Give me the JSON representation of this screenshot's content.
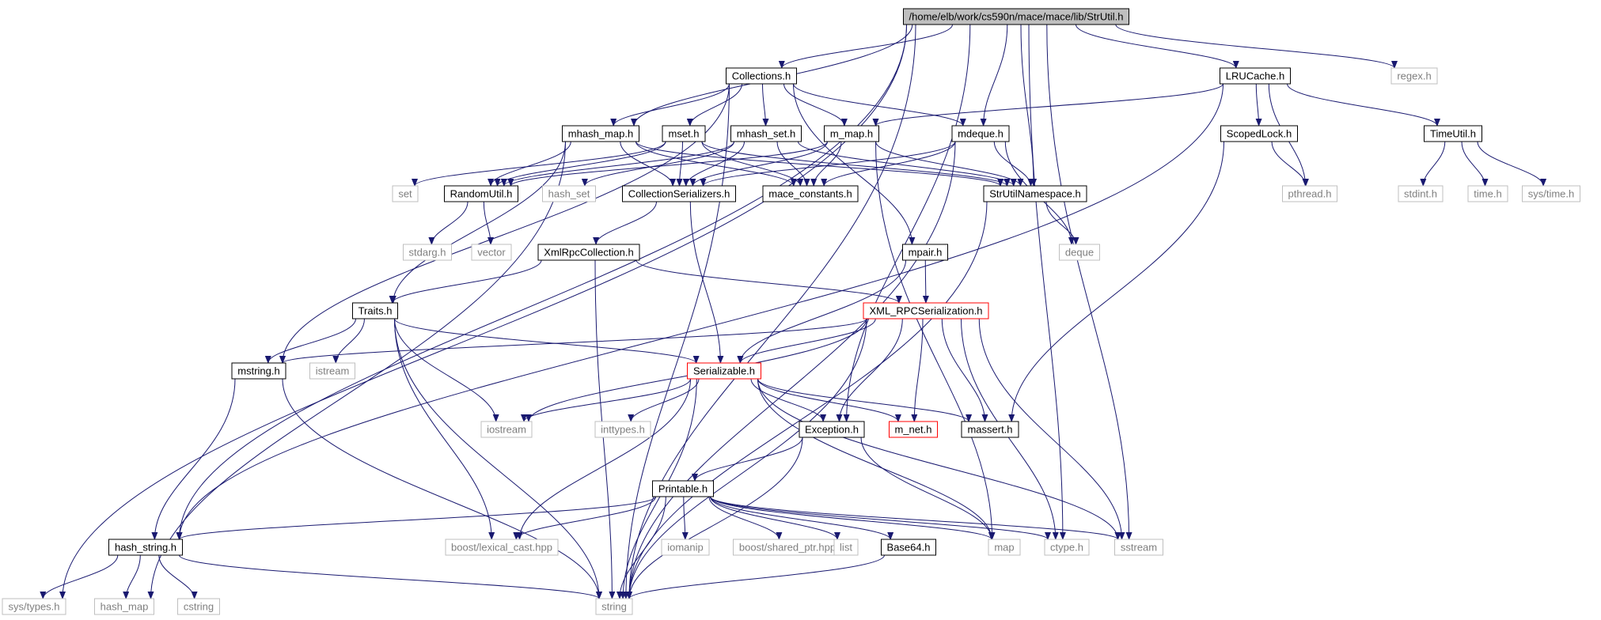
{
  "diagram": {
    "type": "include-dependency-graph",
    "colors": {
      "edge": "#191970",
      "root_fill": "#bfbfbf",
      "node_border": "#000000",
      "external_border": "#bfbfbf",
      "external_text": "#7f7f7f",
      "truncated_border": "#ff0000",
      "node_text": "#000000"
    },
    "nodes": [
      {
        "id": "strutil",
        "label": "/home/elb/work/cs590n/mace/mace/lib/StrUtil.h",
        "kind": "root"
      },
      {
        "id": "collections",
        "label": "Collections.h",
        "kind": "local"
      },
      {
        "id": "lrucache",
        "label": "LRUCache.h",
        "kind": "local"
      },
      {
        "id": "regex",
        "label": "regex.h",
        "kind": "system"
      },
      {
        "id": "mhash_map",
        "label": "mhash_map.h",
        "kind": "local"
      },
      {
        "id": "mset",
        "label": "mset.h",
        "kind": "local"
      },
      {
        "id": "mhash_set",
        "label": "mhash_set.h",
        "kind": "local"
      },
      {
        "id": "m_map",
        "label": "m_map.h",
        "kind": "local"
      },
      {
        "id": "mdeque",
        "label": "mdeque.h",
        "kind": "local"
      },
      {
        "id": "scopedlock",
        "label": "ScopedLock.h",
        "kind": "local"
      },
      {
        "id": "timeutil",
        "label": "TimeUtil.h",
        "kind": "local"
      },
      {
        "id": "set",
        "label": "set",
        "kind": "system"
      },
      {
        "id": "randomutil",
        "label": "RandomUtil.h",
        "kind": "local"
      },
      {
        "id": "hash_set",
        "label": "hash_set",
        "kind": "system"
      },
      {
        "id": "collser",
        "label": "CollectionSerializers.h",
        "kind": "local"
      },
      {
        "id": "mace_constants",
        "label": "mace_constants.h",
        "kind": "local"
      },
      {
        "id": "strutilns",
        "label": "StrUtilNamespace.h",
        "kind": "local"
      },
      {
        "id": "pthread",
        "label": "pthread.h",
        "kind": "system"
      },
      {
        "id": "stdint",
        "label": "stdint.h",
        "kind": "system"
      },
      {
        "id": "time",
        "label": "time.h",
        "kind": "system"
      },
      {
        "id": "systime",
        "label": "sys/time.h",
        "kind": "system"
      },
      {
        "id": "stdarg",
        "label": "stdarg.h",
        "kind": "system"
      },
      {
        "id": "vector",
        "label": "vector",
        "kind": "system"
      },
      {
        "id": "xmlrpccoll",
        "label": "XmlRpcCollection.h",
        "kind": "local"
      },
      {
        "id": "mpair",
        "label": "mpair.h",
        "kind": "local"
      },
      {
        "id": "deque",
        "label": "deque",
        "kind": "system"
      },
      {
        "id": "traits",
        "label": "Traits.h",
        "kind": "local"
      },
      {
        "id": "xmlrpcser",
        "label": "XML_RPCSerialization.h",
        "kind": "truncated"
      },
      {
        "id": "mstring",
        "label": "mstring.h",
        "kind": "local"
      },
      {
        "id": "istream",
        "label": "istream",
        "kind": "system"
      },
      {
        "id": "serializable",
        "label": "Serializable.h",
        "kind": "truncated"
      },
      {
        "id": "iostream",
        "label": "iostream",
        "kind": "system"
      },
      {
        "id": "inttypes",
        "label": "inttypes.h",
        "kind": "system"
      },
      {
        "id": "exception",
        "label": "Exception.h",
        "kind": "local"
      },
      {
        "id": "m_net",
        "label": "m_net.h",
        "kind": "truncated"
      },
      {
        "id": "massert",
        "label": "massert.h",
        "kind": "local"
      },
      {
        "id": "printable",
        "label": "Printable.h",
        "kind": "local"
      },
      {
        "id": "hash_string",
        "label": "hash_string.h",
        "kind": "local"
      },
      {
        "id": "lexical_cast",
        "label": "boost/lexical_cast.hpp",
        "kind": "system"
      },
      {
        "id": "iomanip",
        "label": "iomanip",
        "kind": "system"
      },
      {
        "id": "shared_ptr",
        "label": "boost/shared_ptr.hpp",
        "kind": "system"
      },
      {
        "id": "list",
        "label": "list",
        "kind": "system"
      },
      {
        "id": "base64",
        "label": "Base64.h",
        "kind": "local"
      },
      {
        "id": "map",
        "label": "map",
        "kind": "system"
      },
      {
        "id": "ctype",
        "label": "ctype.h",
        "kind": "system"
      },
      {
        "id": "sstream",
        "label": "sstream",
        "kind": "system"
      },
      {
        "id": "systypes",
        "label": "sys/types.h",
        "kind": "system"
      },
      {
        "id": "hash_map",
        "label": "hash_map",
        "kind": "system"
      },
      {
        "id": "cstring",
        "label": "cstring",
        "kind": "system"
      },
      {
        "id": "string",
        "label": "string",
        "kind": "system"
      }
    ],
    "edges": [
      [
        "strutil",
        "collections"
      ],
      [
        "strutil",
        "lrucache"
      ],
      [
        "strutil",
        "regex"
      ],
      [
        "strutil",
        "mhash_map"
      ],
      [
        "strutil",
        "mdeque"
      ],
      [
        "strutil",
        "strutilns"
      ],
      [
        "strutil",
        "exception"
      ],
      [
        "strutil",
        "ctype"
      ],
      [
        "strutil",
        "sstream"
      ],
      [
        "strutil",
        "hash_string"
      ],
      [
        "strutil",
        "systypes"
      ],
      [
        "strutil",
        "string"
      ],
      [
        "collections",
        "mhash_map"
      ],
      [
        "collections",
        "mset"
      ],
      [
        "collections",
        "mhash_set"
      ],
      [
        "collections",
        "m_map"
      ],
      [
        "collections",
        "mdeque"
      ],
      [
        "collections",
        "mpair"
      ],
      [
        "collections",
        "mstring"
      ],
      [
        "collections",
        "string"
      ],
      [
        "lrucache",
        "scopedlock"
      ],
      [
        "lrucache",
        "timeutil"
      ],
      [
        "lrucache",
        "pthread"
      ],
      [
        "lrucache",
        "m_map"
      ],
      [
        "lrucache",
        "hash_string"
      ],
      [
        "mhash_map",
        "randomutil"
      ],
      [
        "mhash_map",
        "collser"
      ],
      [
        "mhash_map",
        "mace_constants"
      ],
      [
        "mhash_map",
        "strutilns"
      ],
      [
        "mhash_map",
        "traits"
      ],
      [
        "mhash_map",
        "hash_map"
      ],
      [
        "mset",
        "set"
      ],
      [
        "mset",
        "randomutil"
      ],
      [
        "mset",
        "collser"
      ],
      [
        "mset",
        "mace_constants"
      ],
      [
        "mset",
        "strutilns"
      ],
      [
        "mhash_set",
        "hash_set"
      ],
      [
        "mhash_set",
        "randomutil"
      ],
      [
        "mhash_set",
        "collser"
      ],
      [
        "mhash_set",
        "mace_constants"
      ],
      [
        "mhash_set",
        "strutilns"
      ],
      [
        "m_map",
        "randomutil"
      ],
      [
        "m_map",
        "collser"
      ],
      [
        "m_map",
        "mace_constants"
      ],
      [
        "m_map",
        "strutilns"
      ],
      [
        "m_map",
        "map"
      ],
      [
        "mdeque",
        "collser"
      ],
      [
        "mdeque",
        "mace_constants"
      ],
      [
        "mdeque",
        "strutilns"
      ],
      [
        "mdeque",
        "deque"
      ],
      [
        "mdeque",
        "string"
      ],
      [
        "scopedlock",
        "pthread"
      ],
      [
        "scopedlock",
        "massert"
      ],
      [
        "timeutil",
        "stdint"
      ],
      [
        "timeutil",
        "time"
      ],
      [
        "timeutil",
        "systime"
      ],
      [
        "randomutil",
        "stdarg"
      ],
      [
        "randomutil",
        "vector"
      ],
      [
        "collser",
        "xmlrpccoll"
      ],
      [
        "collser",
        "serializable"
      ],
      [
        "strutilns",
        "deque"
      ],
      [
        "strutilns",
        "string"
      ],
      [
        "xmlrpccoll",
        "traits"
      ],
      [
        "xmlrpccoll",
        "xmlrpcser"
      ],
      [
        "xmlrpccoll",
        "string"
      ],
      [
        "mpair",
        "xmlrpcser"
      ],
      [
        "mpair",
        "serializable"
      ],
      [
        "traits",
        "mstring"
      ],
      [
        "traits",
        "istream"
      ],
      [
        "traits",
        "serializable"
      ],
      [
        "traits",
        "iostream"
      ],
      [
        "traits",
        "lexical_cast"
      ],
      [
        "traits",
        "string"
      ],
      [
        "xmlrpcser",
        "mstring"
      ],
      [
        "xmlrpcser",
        "serializable"
      ],
      [
        "xmlrpcser",
        "iostream"
      ],
      [
        "xmlrpcser",
        "exception"
      ],
      [
        "xmlrpcser",
        "m_net"
      ],
      [
        "xmlrpcser",
        "massert"
      ],
      [
        "xmlrpcser",
        "ctype"
      ],
      [
        "xmlrpcser",
        "sstream"
      ],
      [
        "xmlrpcser",
        "string"
      ],
      [
        "mstring",
        "hash_string"
      ],
      [
        "mstring",
        "string"
      ],
      [
        "serializable",
        "iostream"
      ],
      [
        "serializable",
        "inttypes"
      ],
      [
        "serializable",
        "exception"
      ],
      [
        "serializable",
        "m_net"
      ],
      [
        "serializable",
        "massert"
      ],
      [
        "serializable",
        "lexical_cast"
      ],
      [
        "serializable",
        "string"
      ],
      [
        "serializable",
        "map"
      ],
      [
        "serializable",
        "sstream"
      ],
      [
        "exception",
        "printable"
      ],
      [
        "exception",
        "map"
      ],
      [
        "exception",
        "string"
      ],
      [
        "printable",
        "hash_string"
      ],
      [
        "printable",
        "lexical_cast"
      ],
      [
        "printable",
        "iomanip"
      ],
      [
        "printable",
        "shared_ptr"
      ],
      [
        "printable",
        "list"
      ],
      [
        "printable",
        "base64"
      ],
      [
        "printable",
        "map"
      ],
      [
        "printable",
        "ctype"
      ],
      [
        "printable",
        "sstream"
      ],
      [
        "printable",
        "string"
      ],
      [
        "base64",
        "string"
      ],
      [
        "hash_string",
        "systypes"
      ],
      [
        "hash_string",
        "hash_map"
      ],
      [
        "hash_string",
        "cstring"
      ],
      [
        "hash_string",
        "string"
      ]
    ]
  }
}
